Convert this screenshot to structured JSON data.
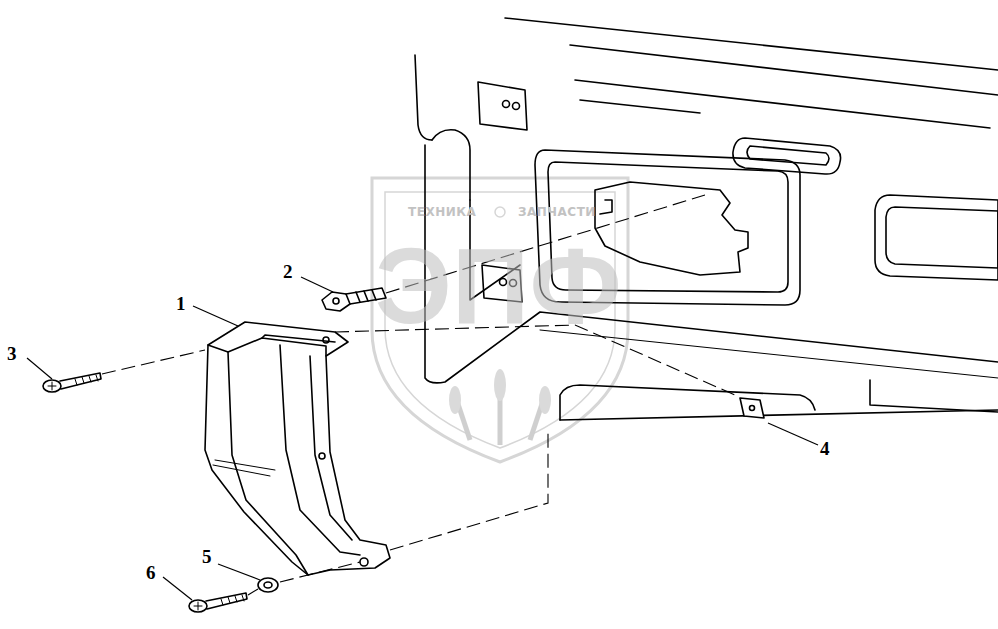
{
  "diagram": {
    "labels": [
      "1",
      "2",
      "3",
      "4",
      "5",
      "6",
      "ТЕХНИКА",
      "ЗАПЧАСТИ",
      "ЭПФ"
    ]
  }
}
